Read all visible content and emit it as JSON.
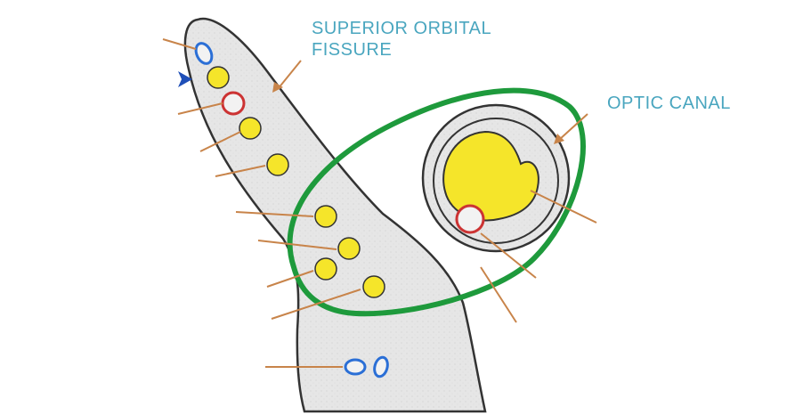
{
  "labels": {
    "superior_orbital_fissure_line1": "SUPERIOR ORBITAL",
    "superior_orbital_fissure_line2": "FISSURE",
    "optic_canal": "OPTIC CANAL"
  },
  "colors": {
    "text": "#4aa6bf",
    "outline": "#333333",
    "fill": "#e6e6e6",
    "nerve_yellow": "#f5e52a",
    "vessel_red": "#cc3333",
    "vein_blue": "#2b6fd6",
    "ring_green": "#1e9a3c",
    "leader": "#c8844a",
    "pointer_arrow": "#2a70c8"
  }
}
